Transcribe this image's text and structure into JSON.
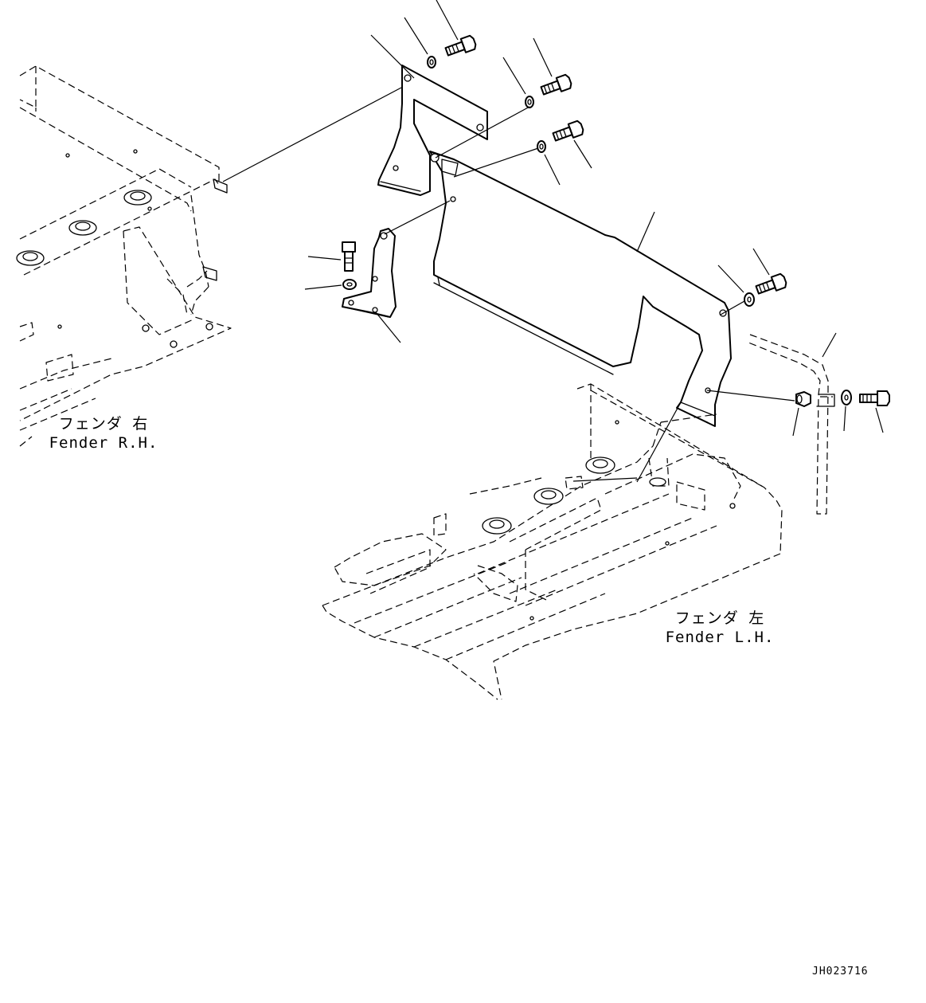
{
  "labels": {
    "fender_rh_jp": "フェンダ 右",
    "fender_rh_en": "Fender R.H.",
    "fender_lh_jp": "フェンダ 左",
    "fender_lh_en": "Fender L.H."
  },
  "drawing_number": "JH023716"
}
